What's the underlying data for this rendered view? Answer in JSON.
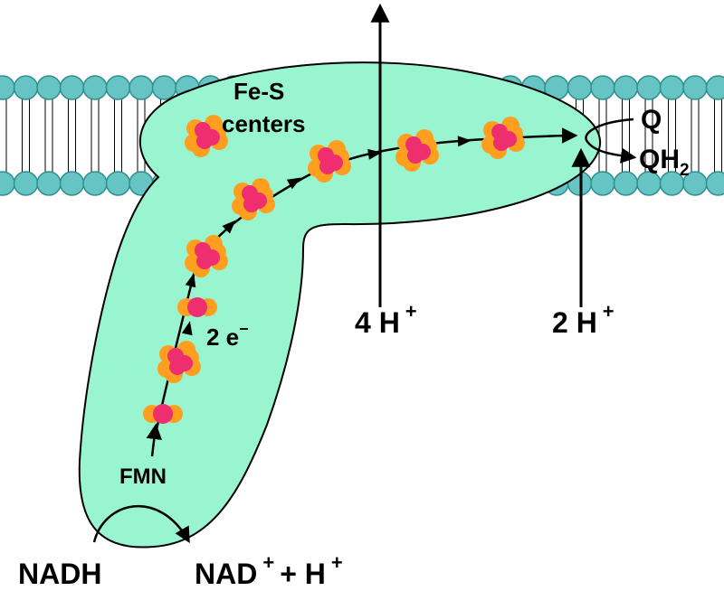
{
  "colors": {
    "background": "#ffffff",
    "membrane_head": "#66c4c4",
    "membrane_head_stroke": "#2f8f8f",
    "complex_fill": "#99f5cf",
    "cluster_outer": "#ff9e1f",
    "cluster_inner": "#ee2e6e",
    "text": "#000000"
  },
  "labels": {
    "fes_line1": "Fe-S",
    "fes_line2": "centers",
    "q": "Q",
    "qh2": "QH",
    "qh2_sub": "2",
    "electrons": "2 e",
    "electrons_sup": "−",
    "fmn": "FMN",
    "nadh": "NADH",
    "nad": "NAD",
    "nad_sup": "+",
    "plus_h": "+ H",
    "plus_h_sup": "+",
    "four_h": "4 H",
    "four_h_sup": "+",
    "two_h": "2 H",
    "two_h_sup": "+"
  },
  "icons": {
    "membrane": "lipid-bilayer-icon",
    "cluster": "iron-sulfur-cluster-icon",
    "arrow": "arrow-icon"
  }
}
